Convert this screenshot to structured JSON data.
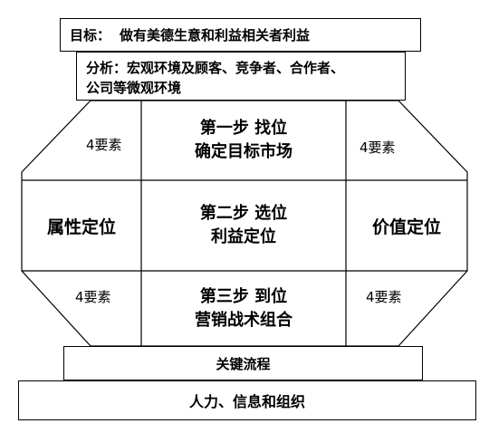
{
  "goal": {
    "label": "目标：",
    "text": "做有美德生意和利益相关者利益"
  },
  "analysis": {
    "line1": "分析：宏观环境及顾客、竞争者、合作者、",
    "line2": "公司等微观环境"
  },
  "steps": [
    {
      "line1": "第一步 找位",
      "line2": "确定目标市场"
    },
    {
      "line1": "第二步 选位",
      "line2": "利益定位"
    },
    {
      "line1": "第三步 到位",
      "line2": "营销战术组合"
    }
  ],
  "sides": {
    "left": "属性定位",
    "right": "价值定位"
  },
  "elements": {
    "top_left": "4要素",
    "top_right": "4要素",
    "bottom_left": "4要素",
    "bottom_right": "4要素"
  },
  "process": "关键流程",
  "resources": "人力、信息和组织"
}
